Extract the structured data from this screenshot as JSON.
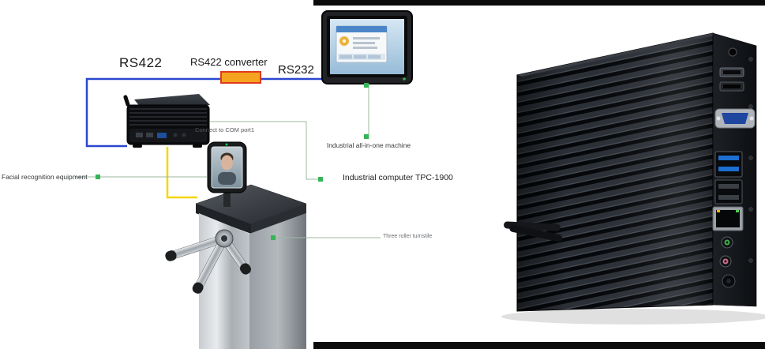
{
  "frame": {
    "bar_color": "#0b0b0b"
  },
  "diagram": {
    "labels": {
      "rs422": "RS422",
      "rs422_converter": "RS422 converter",
      "rs232": "RS232",
      "all_in_one": "Industrial all-in-one machine",
      "connect_com": "Connect to COM port1",
      "industrial_computer": "Industrial computer TPC-1900",
      "facial_recognition": "Facial recognition equipment",
      "turnstile": "Three roller turnstile"
    },
    "colors": {
      "rs422_line": "#2a47cf",
      "com_cable": "#f6d500",
      "marker_green": "#35b558",
      "annotation_line": "#9db8a2",
      "converter_fill": "#f5a41f",
      "converter_border": "#e03a1e"
    }
  }
}
